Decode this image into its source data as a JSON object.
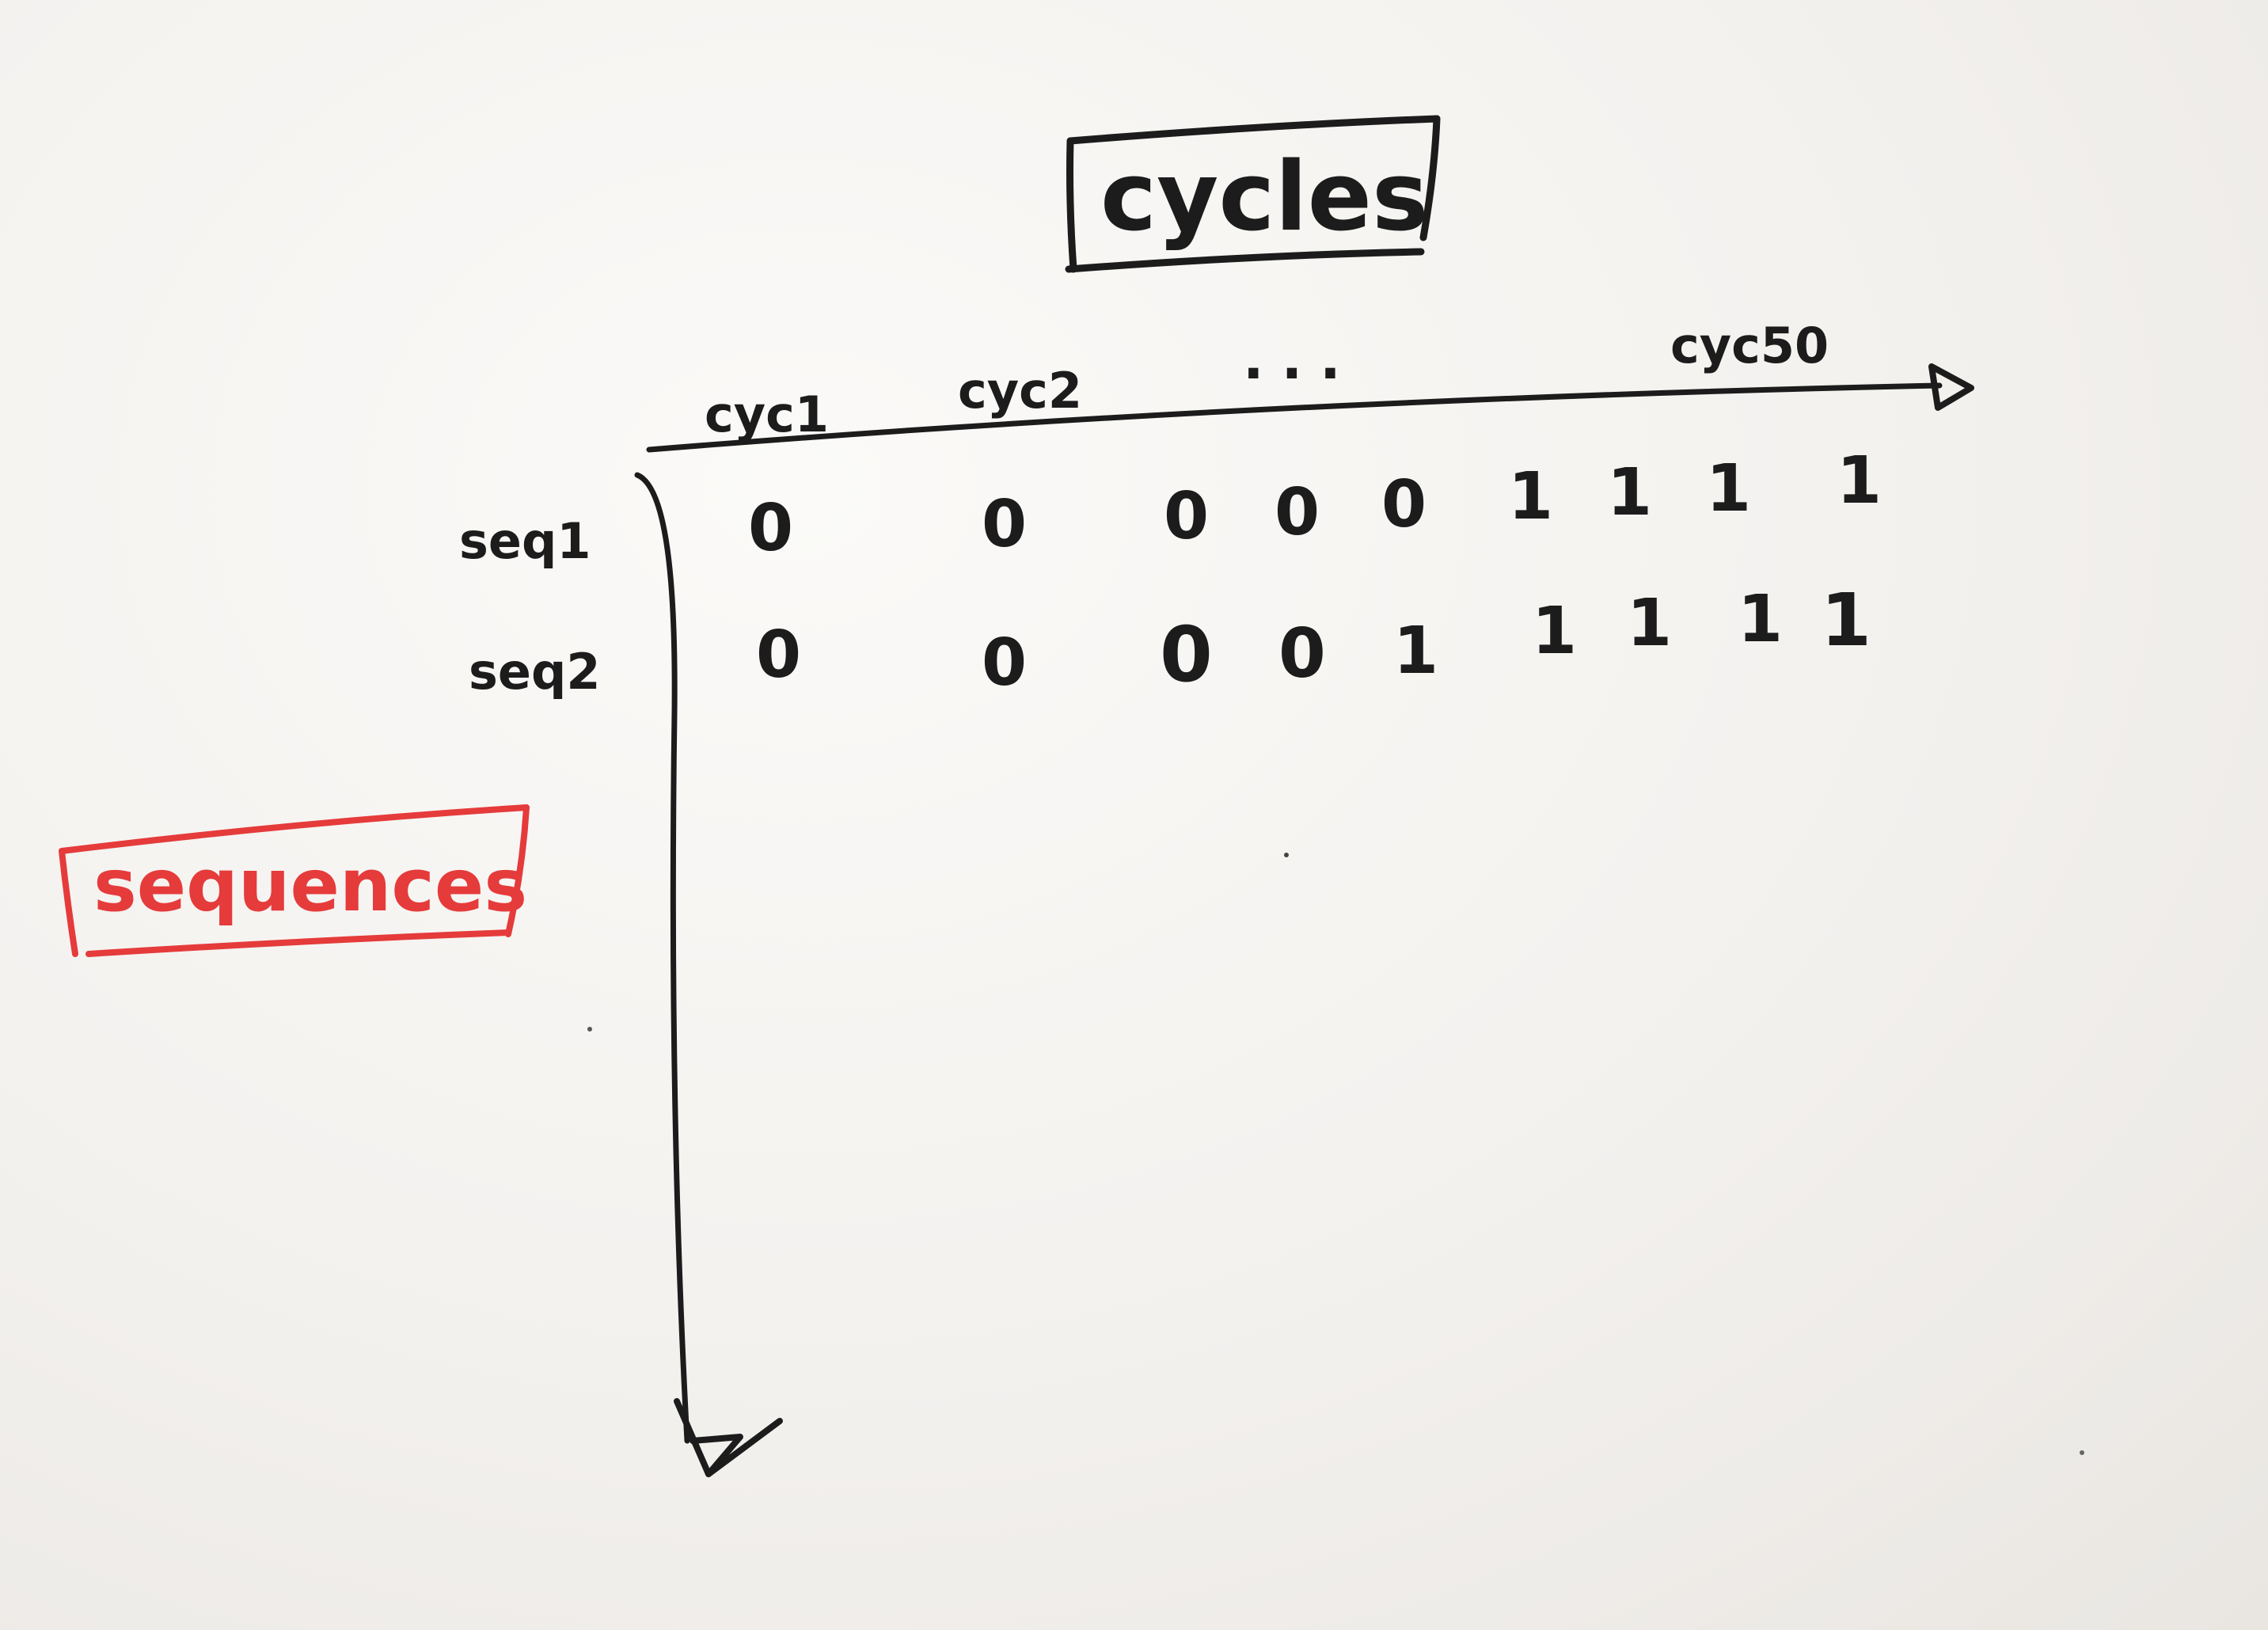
{
  "titles": {
    "x_axis_title": "cycles",
    "y_axis_title": "sequences"
  },
  "column_headers": [
    "cyc1",
    "cyc2",
    "...",
    "cyc50"
  ],
  "rows": [
    {
      "label": "seq1",
      "values": [
        "0",
        "0",
        "0",
        "0",
        "0",
        "1",
        "1",
        "1",
        "1"
      ]
    },
    {
      "label": "seq2",
      "values": [
        "0",
        "0",
        "0",
        "0",
        "1",
        "1",
        "1",
        "1",
        "1"
      ]
    }
  ],
  "colors": {
    "ink": "#1c1c1c",
    "red_marker": "#e53b3b",
    "board": "#f6f4f1"
  }
}
